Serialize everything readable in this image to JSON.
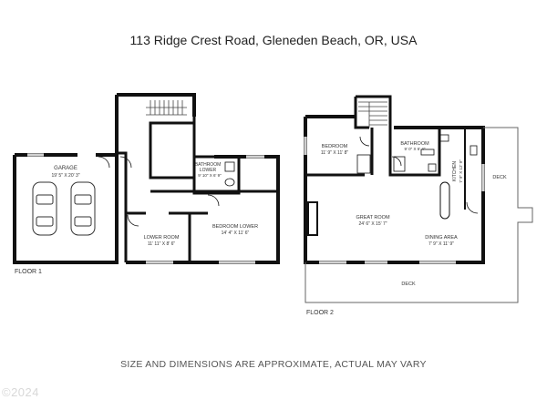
{
  "title": "113 Ridge Crest Road, Gleneden Beach, OR, USA",
  "footer_note": "SIZE AND DIMENSIONS ARE APPROXIMATE, ACTUAL MAY VARY",
  "watermark": "©2024",
  "floor1": {
    "label": "FLOOR 1",
    "rooms": {
      "garage": {
        "name": "GARAGE",
        "dims": "19' 5\" X 20' 3\""
      },
      "bathroom": {
        "name": "BATHROOM",
        "name2": "LOWER",
        "dims": "9' 10\" X 6' 9\""
      },
      "lower_room": {
        "name": "LOWER ROOM",
        "dims": "11' 11\" X 8' 6\""
      },
      "bedroom_lower": {
        "name": "BEDROOM LOWER",
        "dims": "14' 4\" X 11' 6\""
      }
    }
  },
  "floor2": {
    "label": "FLOOR 2",
    "rooms": {
      "bedroom": {
        "name": "BEDROOM",
        "dims": "11' 9\" X 11' 8\""
      },
      "bathroom": {
        "name": "BATHROOM",
        "dims": "9' 0\" X 6' 4\""
      },
      "kitchen": {
        "name": "KITCHEN",
        "dims": "7' 9\" X 12' 9\""
      },
      "deck_side": {
        "name": "DECK"
      },
      "great_room": {
        "name": "GREAT ROOM",
        "dims": "24' 6\" X 15' 7\""
      },
      "dining_area": {
        "name": "DINING AREA",
        "dims": "7' 9\" X 11' 9\""
      },
      "deck_bottom": {
        "name": "DECK"
      }
    }
  }
}
